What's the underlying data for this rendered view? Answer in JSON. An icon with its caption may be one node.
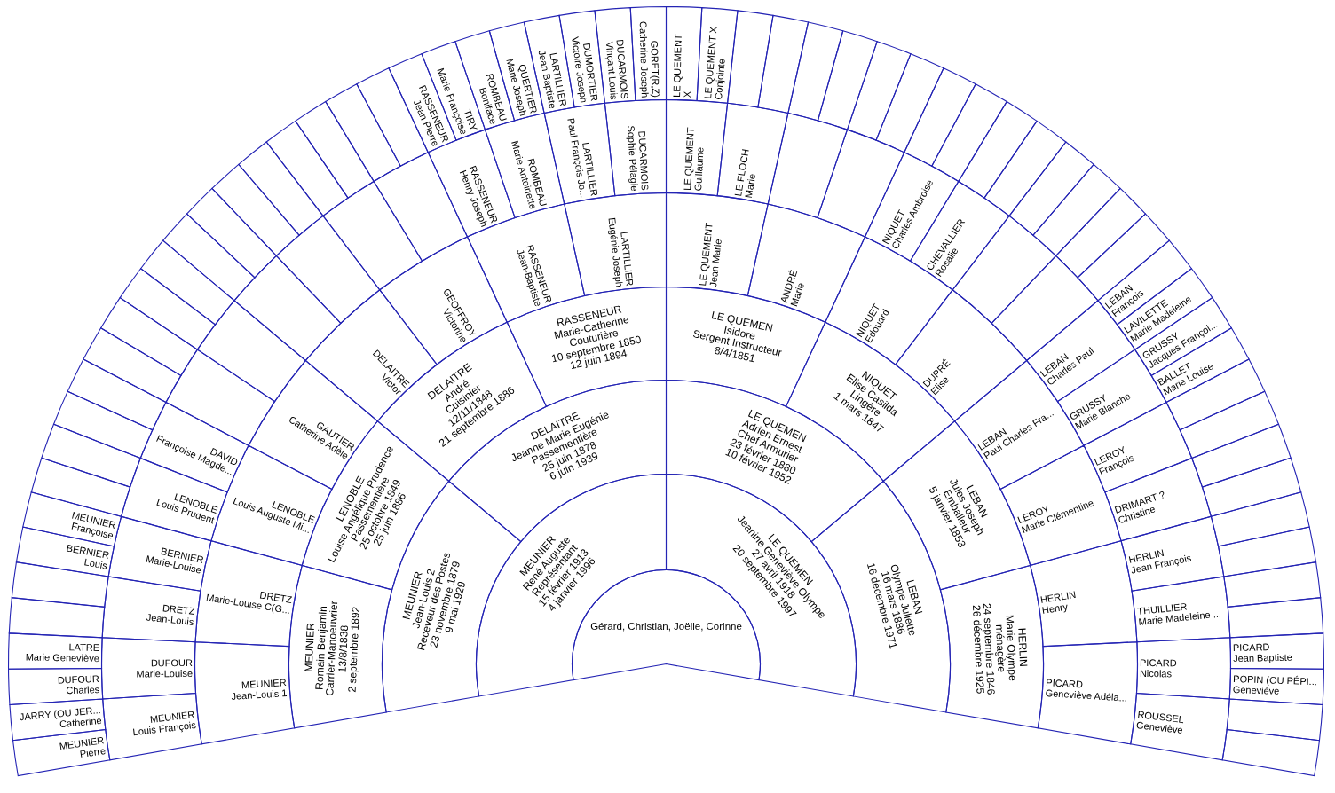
{
  "diagram": {
    "nodes": [
      {
        "text": [
          "- - -",
          "Gérard, Christian, Joëlle, Corinne"
        ]
      },
      {
        "text": [
          "MEUNIER",
          "René Auguste",
          "Représentant",
          "15 février 1913",
          "4 janvier 1996"
        ]
      },
      {
        "text": [
          "LE QUEMEN",
          "Jeanine Geneviève Olympe",
          "27 avril 1918",
          "20 septembre 1997"
        ]
      },
      {
        "text": [
          "MEUNIER",
          "Jean-Louis 2",
          "Receveur des Postes",
          "23 novembre 1879",
          "9 mai 1929"
        ]
      },
      {
        "text": [
          "DELAITRE",
          "Jeanne Marie Eugénie",
          "Passementière",
          "25 juin 1878",
          "6 juin 1939"
        ]
      },
      {
        "text": [
          "LE QUEMEN",
          "Adrien Ernest",
          "Chef Armurier",
          "23 février 1880",
          "10 février 1952"
        ]
      },
      {
        "text": [
          "LEBAN",
          "Olympe Juliette",
          "16 mars 1886",
          "16 décembre 1971"
        ]
      },
      {
        "text": [
          "MEUNIER",
          "Romain Benjamin",
          "Carrier-Manoeuvrier",
          "13/8/1838",
          "2 septembre 1892"
        ]
      },
      {
        "text": [
          "LENOBLE",
          "Louise Angélique Prudence",
          "Passementière",
          "25 octobre 1849",
          "25 juin 1886"
        ]
      },
      {
        "text": [
          "DELAITRE",
          "André",
          "Cuisinier",
          "12/11/1848",
          "21 septembre 1886"
        ]
      },
      {
        "text": [
          "RASSENEUR",
          "Marie-Catherine",
          "Couturière",
          "10 septembre 1850",
          "12 juin 1894"
        ]
      },
      {
        "text": [
          "LE QUEMEN",
          "Isidore",
          "Sergent Instructeur",
          "8/4/1851"
        ]
      },
      {
        "text": [
          "NIQUET",
          "Elise Casilda",
          "Lingère",
          "1 mars 1847"
        ]
      },
      {
        "text": [
          "LEBAN",
          "Jules Joseph",
          "Emballeur",
          "5 janvier 1853"
        ]
      },
      {
        "text": [
          "HERLIN",
          "Marie Olympe",
          "ménagère",
          "24 septembre 1846",
          "26 décembre 1925"
        ]
      },
      {
        "text": [
          "MEUNIER",
          "Jean-Louis 1"
        ]
      },
      {
        "text": [
          "DRETZ",
          "Marie-Louise C(G..."
        ]
      },
      {
        "text": [
          "LENOBLE",
          "Louis Auguste Mi..."
        ]
      },
      {
        "text": [
          "GAUTIER",
          "Catherine Adèle"
        ]
      },
      {
        "text": [
          "DELAITRE",
          "Victor"
        ]
      },
      {
        "text": [
          "GEOFFROY",
          "Victorine"
        ]
      },
      {
        "text": [
          "RASSENEUR",
          "Jean-Baptiste"
        ]
      },
      {
        "text": [
          "LARTILLIER",
          "Eugénie Joseph"
        ]
      },
      {
        "text": [
          "LE QUEMENT",
          "Jean Marie"
        ]
      },
      {
        "text": [
          "ANDRÉ",
          "Marie"
        ]
      },
      {
        "text": [
          "NIQUET",
          "Edouard"
        ]
      },
      {
        "text": [
          "DUPRÉ",
          "Elise"
        ]
      },
      {
        "text": [
          "LEBAN",
          "Paul Charles Fra..."
        ]
      },
      {
        "text": [
          "LEROY",
          "Marie Clémentine"
        ]
      },
      {
        "text": [
          "HERLIN",
          "Henry"
        ]
      },
      {
        "text": [
          "PICARD",
          "Geneviève Adéla..."
        ]
      },
      {
        "text": [
          "MEUNIER",
          "Louis François"
        ]
      },
      {
        "text": [
          "DUFOUR",
          "Marie-Louise"
        ]
      },
      {
        "text": [
          "DRETZ",
          "Jean-Louis"
        ]
      },
      {
        "text": [
          "BERNIER",
          "Marie-Louise"
        ]
      },
      {
        "text": [
          "LENOBLE",
          "Louis Prudent"
        ]
      },
      {
        "text": [
          "DAVID",
          "Françoise Magde..."
        ]
      },
      {
        "text": [],
        "shape": "sector"
      },
      {
        "text": [],
        "shape": "sector"
      },
      {
        "text": [],
        "shape": "sector"
      },
      {
        "text": [],
        "shape": "sector"
      },
      {
        "text": [],
        "shape": "sector"
      },
      {
        "text": [],
        "shape": "sector"
      },
      {
        "text": [
          "RASSENEUR",
          "Henry Joseph"
        ]
      },
      {
        "text": [
          "ROMBEAU",
          "Marie Antoinette"
        ]
      },
      {
        "text": [
          "LARTILLIER",
          "Paul François Jo..."
        ]
      },
      {
        "text": [
          "DUCARMOIS",
          "Sophie Pélagie"
        ]
      },
      {
        "text": [
          "LE QUEMENT",
          "Guillaume"
        ]
      },
      {
        "text": [
          "LE FLOCH",
          "Marie"
        ]
      },
      {
        "text": [],
        "shape": "sector"
      },
      {
        "text": [],
        "shape": "sector"
      },
      {
        "text": [
          "NIQUET",
          "Charles Ambroise"
        ]
      },
      {
        "text": [
          "CHEVALLIER",
          "Rosalie"
        ]
      },
      {
        "text": [],
        "shape": "sector"
      },
      {
        "text": [],
        "shape": "sector"
      },
      {
        "text": [
          "LEBAN",
          "Charles Paul"
        ]
      },
      {
        "text": [
          "GRUSSY",
          "Marie Blanche"
        ]
      },
      {
        "text": [
          "LEROY",
          "François"
        ]
      },
      {
        "text": [
          "DRIMART ?",
          "Christine"
        ]
      },
      {
        "text": [
          "HERLIN",
          "Jean François"
        ]
      },
      {
        "text": [
          "THUILLIER",
          "Marie Madeleine ..."
        ]
      },
      {
        "text": [
          "PICARD",
          "Nicolas"
        ]
      },
      {
        "text": [
          "ROUSSEL",
          "Geneviève"
        ]
      },
      {
        "text": [
          "MEUNIER",
          "Pierre"
        ]
      },
      {
        "text": [
          "JARRY (OU JER...",
          "Catherine"
        ]
      },
      {
        "text": [
          "DUFOUR",
          "Charles"
        ]
      },
      {
        "text": [
          "LATRE",
          "Marie Geneviève"
        ]
      },
      {
        "text": [],
        "shape": "sector"
      },
      {
        "text": [],
        "shape": "sector"
      },
      {
        "text": [
          "BERNIER",
          "Louis"
        ]
      },
      {
        "text": [
          "MEUNIER",
          "Françoise"
        ]
      },
      {
        "text": [],
        "shape": "sector"
      },
      {
        "text": [],
        "shape": "sector"
      },
      {
        "text": [],
        "shape": "sector"
      },
      {
        "text": [],
        "shape": "sector"
      },
      {
        "text": [],
        "shape": "sector"
      },
      {
        "text": [],
        "shape": "sector"
      },
      {
        "text": [],
        "shape": "sector"
      },
      {
        "text": [],
        "shape": "sector"
      },
      {
        "text": [],
        "shape": "sector"
      },
      {
        "text": [],
        "shape": "sector"
      },
      {
        "text": [],
        "shape": "sector"
      },
      {
        "text": [],
        "shape": "sector"
      },
      {
        "text": [],
        "shape": "sector"
      },
      {
        "text": [],
        "shape": "sector"
      },
      {
        "text": [],
        "shape": "sector"
      },
      {
        "text": [],
        "shape": "sector"
      },
      {
        "text": [
          "RASSENEUR",
          "Jean Pierre"
        ]
      },
      {
        "text": [
          "TIRY",
          "Marie Françoise"
        ]
      },
      {
        "text": [
          "ROMBEAU",
          "Boniface"
        ]
      },
      {
        "text": [
          "QUERTIER",
          "Marie Joseph"
        ]
      },
      {
        "text": [
          "LARTILLIER",
          "Jean Baptiste"
        ]
      },
      {
        "text": [
          "DUMORTIER",
          "Victoire Joseph"
        ]
      },
      {
        "text": [
          "DUCARMOIS",
          "Vinçant Louis"
        ]
      },
      {
        "text": [
          "GORET(R,Z)",
          "Catherine Joseph"
        ]
      },
      {
        "text": [
          "LE QUEMENT",
          "X"
        ]
      },
      {
        "text": [
          "LE QUEMENT X",
          "Conjointe"
        ]
      },
      {
        "text": [],
        "shape": "sector"
      },
      {
        "text": [],
        "shape": "sector"
      },
      {
        "text": [],
        "shape": "sector"
      },
      {
        "text": [],
        "shape": "sector"
      },
      {
        "text": [],
        "shape": "sector"
      },
      {
        "text": [],
        "shape": "sector"
      },
      {
        "text": [],
        "shape": "sector"
      },
      {
        "text": [],
        "shape": "sector"
      },
      {
        "text": [],
        "shape": "sector"
      },
      {
        "text": [],
        "shape": "sector"
      },
      {
        "text": [],
        "shape": "sector"
      },
      {
        "text": [],
        "shape": "sector"
      },
      {
        "text": [],
        "shape": "sector"
      },
      {
        "text": [],
        "shape": "sector"
      },
      {
        "text": [
          "LEBAN",
          "François"
        ]
      },
      {
        "text": [
          "LAVILETTE",
          "Marie Madeleine"
        ]
      },
      {
        "text": [
          "GRUSSY",
          "Jacques Françoi..."
        ]
      },
      {
        "text": [
          "BALLET",
          "Marie Louise"
        ]
      },
      {
        "text": [],
        "shape": "sector"
      },
      {
        "text": [],
        "shape": "sector"
      },
      {
        "text": [],
        "shape": "sector"
      },
      {
        "text": [],
        "shape": "sector"
      },
      {
        "text": [],
        "shape": "sector"
      },
      {
        "text": [],
        "shape": "sector"
      },
      {
        "text": [],
        "shape": "sector"
      },
      {
        "text": [],
        "shape": "sector"
      },
      {
        "text": [
          "PICARD",
          "Jean Baptiste"
        ]
      },
      {
        "text": [
          "POPIN (OU PÉPI...",
          "Geneviève"
        ]
      },
      {
        "text": [],
        "shape": "sector"
      },
      {
        "text": [],
        "shape": "sector"
      }
    ]
  }
}
